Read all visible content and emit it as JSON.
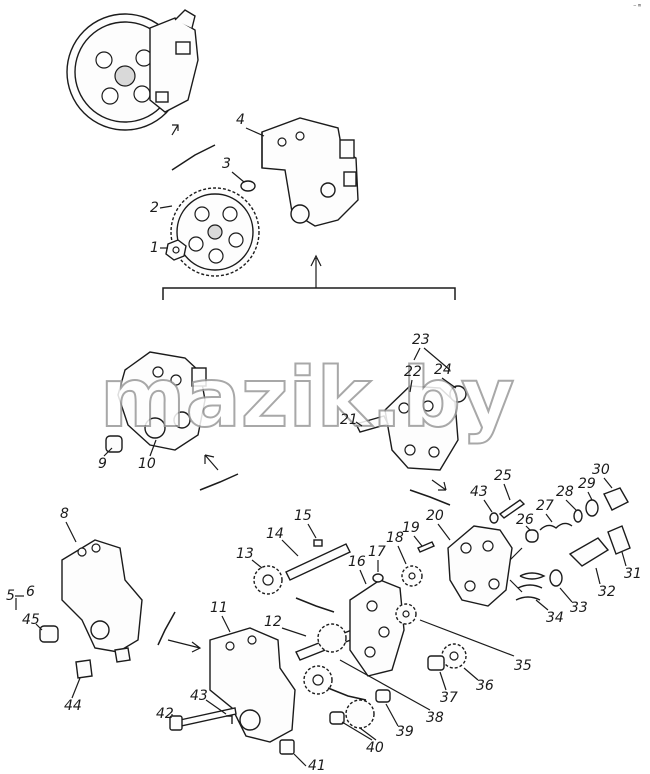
{
  "diagram": {
    "watermark": "mazik.by",
    "corner_mark": "⁻ᵐ",
    "callouts": [
      "1",
      "2",
      "3",
      "4",
      "5",
      "6",
      "8",
      "9",
      "10",
      "11",
      "12",
      "13",
      "14",
      "15",
      "16",
      "17",
      "18",
      "19",
      "20",
      "21",
      "22",
      "23",
      "24",
      "25",
      "26",
      "27",
      "28",
      "29",
      "30",
      "31",
      "32",
      "33",
      "34",
      "35",
      "36",
      "37",
      "38",
      "39",
      "40",
      "41",
      "42",
      "43",
      "43",
      "44",
      "45"
    ]
  }
}
